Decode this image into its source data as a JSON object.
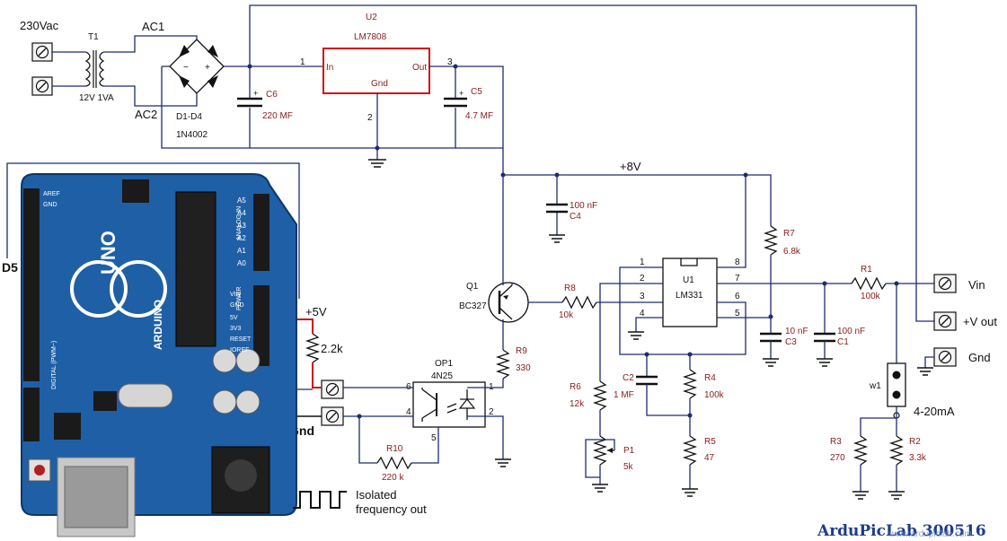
{
  "mains": {
    "label": "230Vac"
  },
  "transformer": {
    "ref": "T1",
    "value": "12V 1VA"
  },
  "bridge": {
    "ac1": "AC1",
    "ac2": "AC2",
    "ref": "D1-D4",
    "part": "1N4002"
  },
  "regulator": {
    "ref": "U2",
    "part": "LM7808",
    "pin_in": "In",
    "pin_out": "Out",
    "pin_gnd": "Gnd",
    "n1": "1",
    "n2": "2",
    "n3": "3"
  },
  "caps": {
    "c6": {
      "ref": "C6",
      "value": "220 MF"
    },
    "c5": {
      "ref": "C5",
      "value": "4.7 MF"
    },
    "c4": {
      "ref": "C4",
      "value": "100 nF"
    },
    "c3": {
      "ref": "C3",
      "value": "10 nF"
    },
    "c1": {
      "ref": "C1",
      "value": "100 nF"
    },
    "c2": {
      "ref": "C2",
      "value": "1 MF"
    }
  },
  "rail": "+8V",
  "q1": {
    "ref": "Q1",
    "part": "BC327"
  },
  "u1": {
    "ref": "U1",
    "part": "LM331",
    "pins": [
      "1",
      "2",
      "3",
      "4",
      "5",
      "6",
      "7",
      "8"
    ]
  },
  "resistors": {
    "r8": {
      "ref": "R8",
      "value": "10k"
    },
    "r7": {
      "ref": "R7",
      "value": "6.8k"
    },
    "r9": {
      "ref": "R9",
      "value": "330"
    },
    "r6": {
      "ref": "R6",
      "value": "12k"
    },
    "r4": {
      "ref": "R4",
      "value": "100k"
    },
    "r5": {
      "ref": "R5",
      "value": "47"
    },
    "r1": {
      "ref": "R1",
      "value": "100k"
    },
    "r3": {
      "ref": "R3",
      "value": "270"
    },
    "r2": {
      "ref": "R2",
      "value": "3.3k"
    },
    "r10": {
      "ref": "R10",
      "value": "220 k"
    }
  },
  "p1": {
    "ref": "P1",
    "value": "5k"
  },
  "jumper": {
    "ref": "w1",
    "label": "4-20mA"
  },
  "terminals": {
    "vin": "Vin",
    "vout": "+V out",
    "gnd": "Gnd"
  },
  "opto": {
    "ref": "OP1",
    "part": "4N25",
    "pins": [
      "1",
      "2",
      "4",
      "5",
      "6"
    ]
  },
  "arduino": {
    "d5": "D5",
    "plus5v": "+5V",
    "pullup": "2.2k",
    "gnd": "Gnd",
    "board_text": [
      "UNO",
      "ARDUINO",
      "POWER",
      "ANALOG IN",
      "DIGITAL (PWM~)",
      "A5",
      "A4",
      "A3",
      "A2",
      "A1",
      "A0",
      "VIN",
      "GND",
      "5V",
      "3V3",
      "RESET",
      "IOREF",
      "AREF",
      "GND"
    ]
  },
  "iso_out": [
    "Isolated",
    "frequency out"
  ],
  "watermark": "ArduPicLab 300516",
  "overlay_url": "www.ardupiclab.com",
  "colors": {
    "wire": "#1c2c6c",
    "red_wire": "#d01010",
    "board": "#1f5fa6",
    "regulator_box": "#d01010",
    "brand": "#1c3c8c"
  }
}
